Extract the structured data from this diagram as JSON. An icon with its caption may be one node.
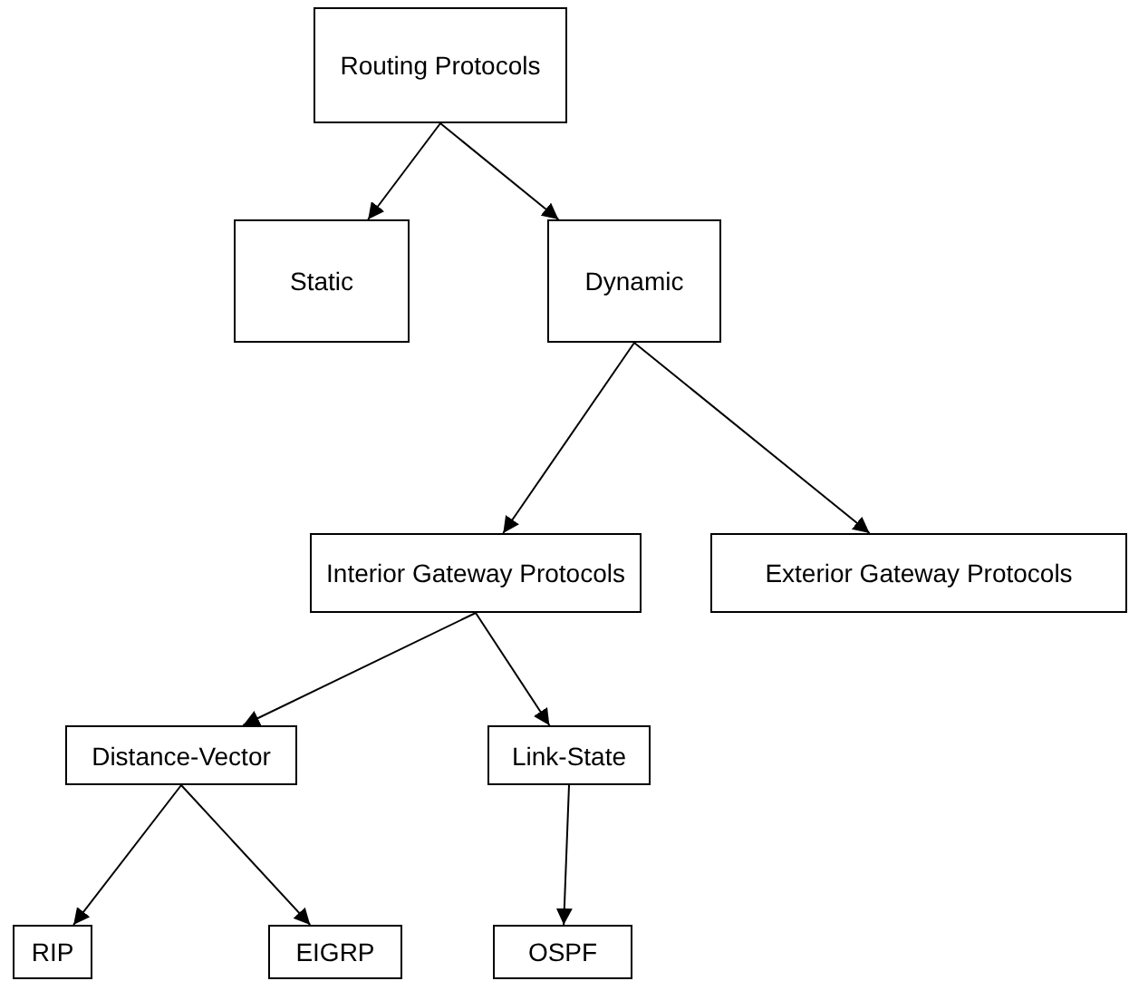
{
  "diagram": {
    "nodes": [
      {
        "text": [
          "Routing Protocols"
        ]
      },
      {
        "text": [
          "Static"
        ]
      },
      {
        "text": [
          "Dynamic"
        ]
      },
      {
        "text": [
          "Interior Gateway Protocols"
        ]
      },
      {
        "text": [
          "Exterior Gateway Protocols"
        ]
      },
      {
        "text": [
          "Distance-Vector"
        ]
      },
      {
        "text": [
          "Link-State"
        ]
      },
      {
        "text": [
          "RIP"
        ]
      },
      {
        "text": [
          "EIGRP"
        ]
      },
      {
        "text": [
          "OSPF"
        ]
      }
    ],
    "edges": [
      {
        "from": 0,
        "to": 1,
        "arrow": "to"
      },
      {
        "from": 0,
        "to": 2,
        "arrow": "to"
      },
      {
        "from": 2,
        "to": 3,
        "arrow": "to"
      },
      {
        "from": 2,
        "to": 4,
        "arrow": "to"
      },
      {
        "from": 3,
        "to": 5,
        "arrow": "to"
      },
      {
        "from": 3,
        "to": 6,
        "arrow": "to"
      },
      {
        "from": 5,
        "to": 7,
        "arrow": "to"
      },
      {
        "from": 5,
        "to": 8,
        "arrow": "to"
      },
      {
        "from": 6,
        "to": 9,
        "arrow": "to"
      }
    ]
  }
}
